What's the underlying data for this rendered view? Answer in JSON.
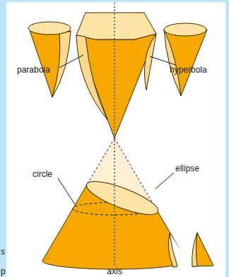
{
  "diagram": {
    "labels": [
      "parabola",
      "hyperbola",
      "ellipse",
      "circle",
      "axis",
      "s",
      "p"
    ]
  }
}
